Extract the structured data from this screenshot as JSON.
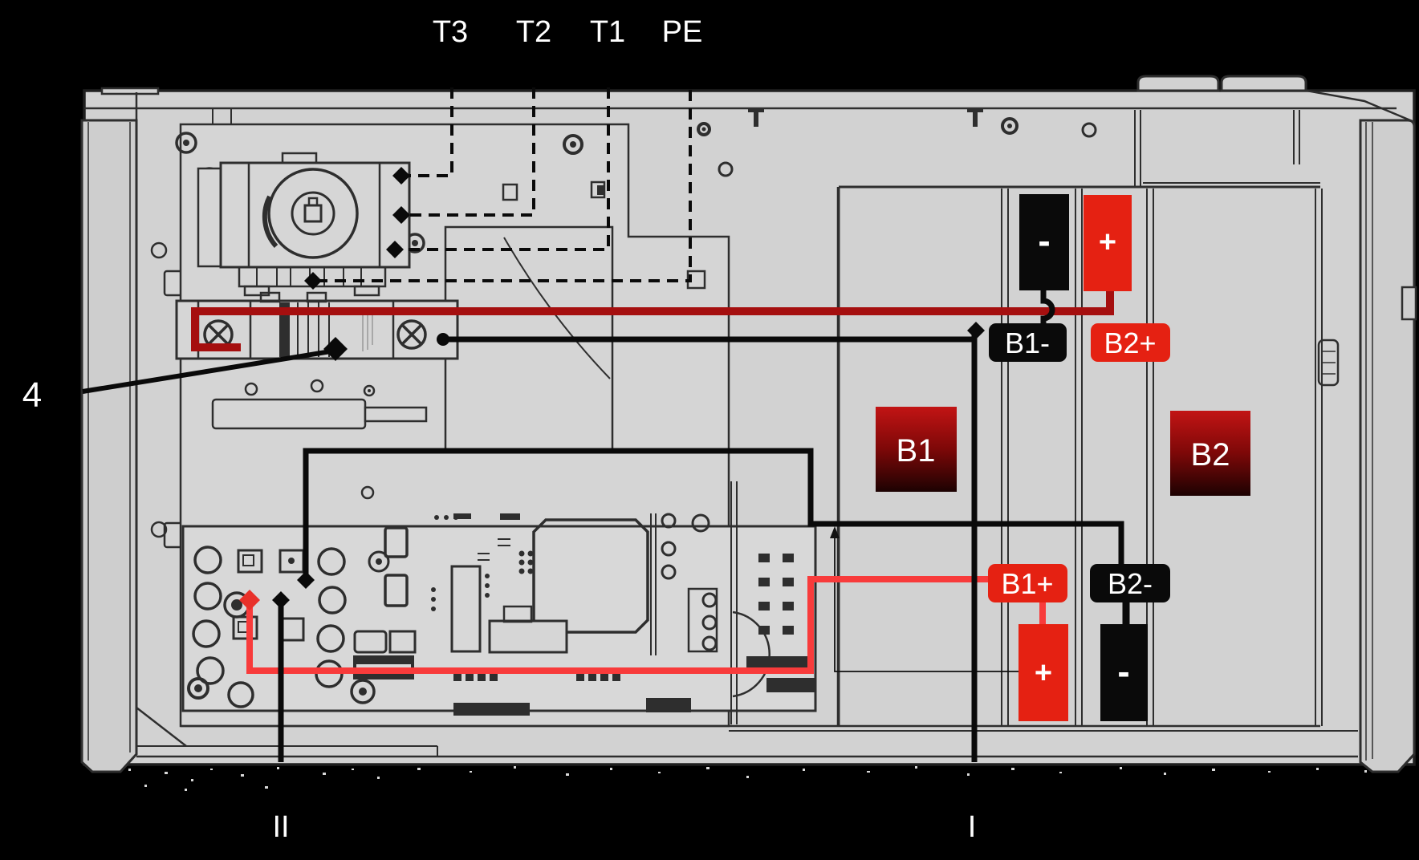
{
  "callouts": {
    "t3": "T3",
    "t2": "T2",
    "t1": "T1",
    "pe": "PE",
    "item4": "4",
    "wire_ii": "II",
    "wire_i": "I"
  },
  "batteries": {
    "b1": "B1",
    "b2": "B2"
  },
  "terminal_labels": {
    "b1_minus": "B1-",
    "b2_plus": "B2+",
    "b1_plus": "B1+",
    "b2_minus": "B2-"
  },
  "terminal_posts": {
    "top_negative": "-",
    "top_positive": "+",
    "bottom_positive": "+",
    "bottom_negative": "-"
  },
  "colors": {
    "background": "#000000",
    "chassis": "#d2d2d2",
    "line_art": "#2e2e2e",
    "wire_black": "#0a0a0a",
    "wire_red_bright": "#f83b3b",
    "wire_red_dark": "#a50f0f",
    "diamond_red": "#e8312a",
    "label_red": "#e52112",
    "label_black": "#0a0a0a",
    "battery_gradient_top": "#c21414",
    "battery_gradient_mid": "#7d0808",
    "battery_gradient_bottom": "#1c0202",
    "text": "#ffffff"
  }
}
